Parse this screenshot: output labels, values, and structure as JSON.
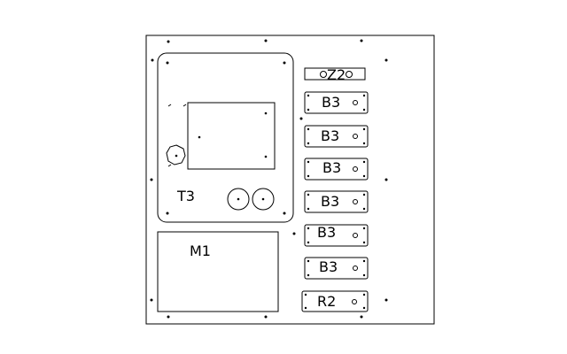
{
  "labels": {
    "z2": "Z2",
    "t3": "T3",
    "m1": "M1",
    "r2": "R2",
    "b3_list": [
      "B3",
      "B3",
      "B3",
      "B3",
      "B3",
      "B3"
    ]
  }
}
